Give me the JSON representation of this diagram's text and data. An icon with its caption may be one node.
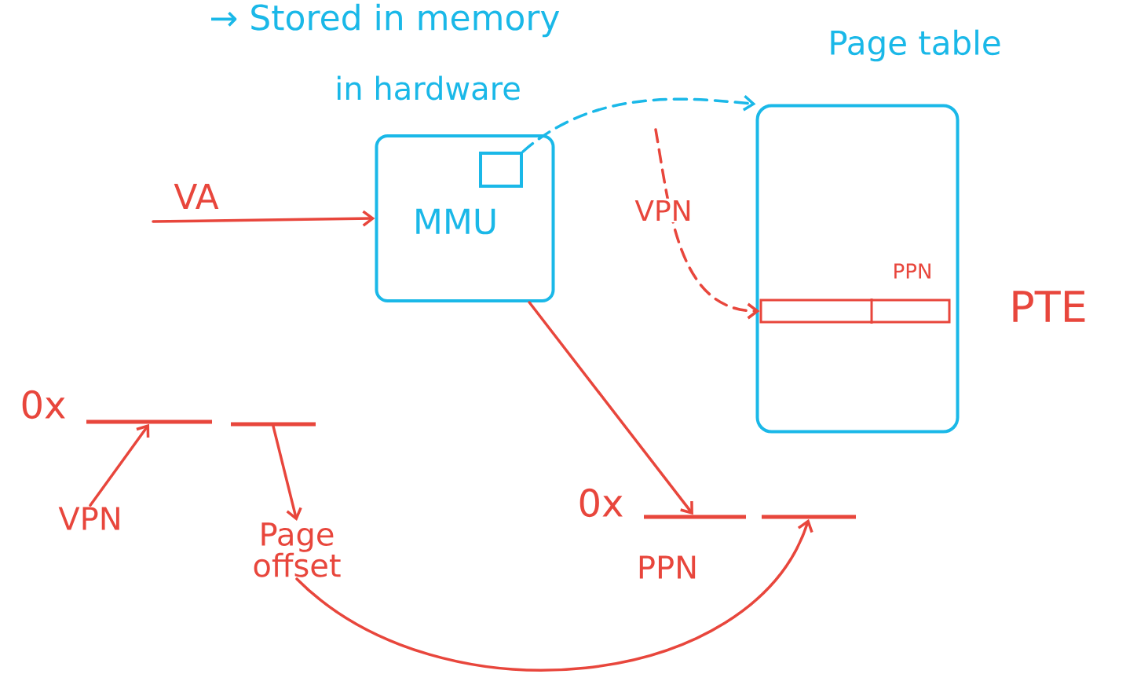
{
  "diagram": {
    "nodes": [
      {
        "text": [
          "MMU"
        ]
      },
      {
        "text": [],
        "shape": "box",
        "in": 0
      },
      {
        "text": [
          "Page table"
        ]
      },
      {
        "text": [
          "PPN"
        ],
        "beside": [
          "PTE"
        ],
        "in": 2
      },
      {
        "text": [],
        "shape": "bar"
      },
      {
        "text": [],
        "shape": "bar"
      },
      {
        "text": [
          "VPN"
        ]
      },
      {
        "text": [
          "Page offset"
        ]
      },
      {
        "text": [],
        "shape": "bar"
      },
      {
        "text": [],
        "shape": "bar"
      }
    ],
    "edges": [
      {
        "from": null,
        "to": 0,
        "arrow": "to",
        "label": "VA"
      },
      {
        "from": 1,
        "to": 2,
        "arrow": "to",
        "style": "dashed",
        "color": "#1ab8e8"
      },
      {
        "from": null,
        "to": 3,
        "arrow": "to",
        "label": "VPN",
        "style": "dashed"
      },
      {
        "from": 0,
        "to": 8,
        "arrow": "to"
      },
      {
        "from": 6,
        "to": 4,
        "arrow": "to"
      },
      {
        "from": 5,
        "to": 7,
        "arrow": "to"
      },
      {
        "from": 7,
        "to": 9,
        "arrow": "to"
      }
    ],
    "labels": [
      "→ Stored in memory",
      "in hardware",
      "0x",
      "0x",
      "PPN"
    ]
  }
}
